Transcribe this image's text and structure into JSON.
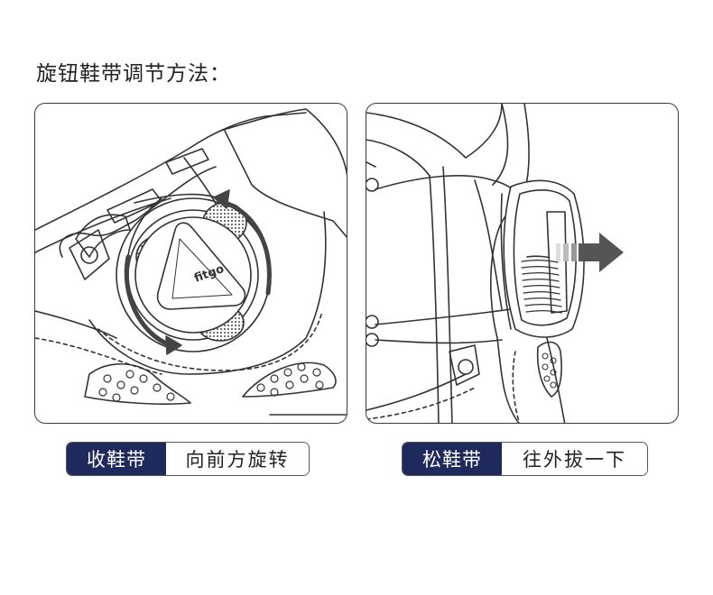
{
  "title": "旋钮鞋带调节方法：",
  "left": {
    "logo_text": "fitgo",
    "tag": "收鞋带",
    "desc": "向前方旋转"
  },
  "right": {
    "tag": "松鞋带",
    "desc": "往外拔一下"
  },
  "colors": {
    "tag_bg": "#1f2a5c",
    "arrow": "#555555",
    "outline": "#333333"
  }
}
